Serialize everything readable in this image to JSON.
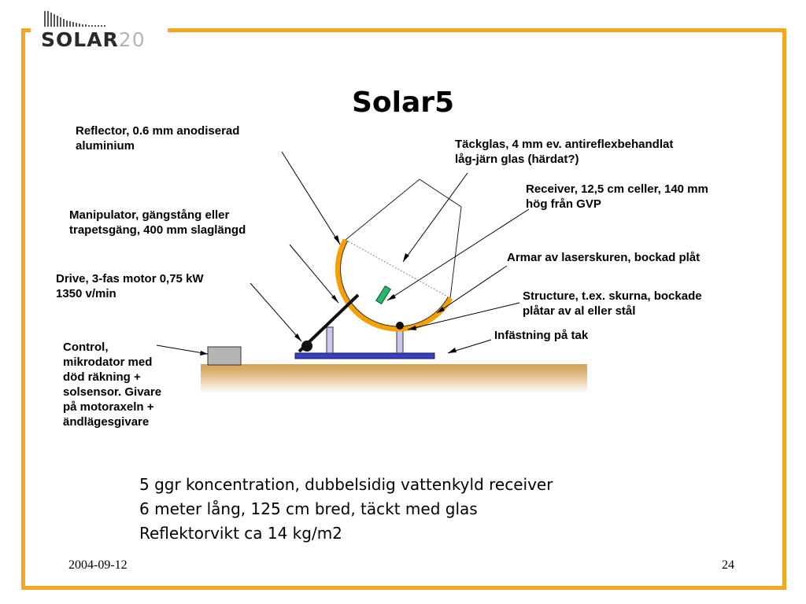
{
  "logo": {
    "word": "SOLAR",
    "num": "20"
  },
  "title": "Solar5",
  "labels": {
    "reflector": "Reflector, 0.6 mm anodiserad\naluminium",
    "tackglas": "Täckglas, 4 mm ev. antireflexbehandlat\nlåg-järn glas (härdat?)",
    "receiver": "Receiver, 12,5 cm celler, 140 mm\nhög från GVP",
    "manipulator": "Manipulator, gängstång eller\ntrapetsgäng, 400 mm slaglängd",
    "armar": "Armar av laserskuren, bockad plåt",
    "drive": "Drive, 3-fas motor 0,75 kW\n1350 v/min",
    "structure": "Structure, t.ex. skurna, bockade\nplåtar av al eller stål",
    "infastning": "Infästning på tak",
    "control": "Control,\nmikrodator med\ndöd räkning +\nsolsensor. Givare\npå motoraxeln +\nändlägesgivare"
  },
  "summary": [
    "5 ggr koncentration, dubbelsidig vattenkyld receiver",
    "6 meter lång, 125 cm bred, täckt med glas",
    "Reflektorvikt ca 14 kg/m2"
  ],
  "footer": {
    "date": "2004-09-12",
    "page": "24"
  },
  "colors": {
    "frame": "#f5a623",
    "reflector": "#f5a000",
    "base": "#3a3fbf",
    "receiver": "#2db36b",
    "roof": "#d4a35a"
  }
}
